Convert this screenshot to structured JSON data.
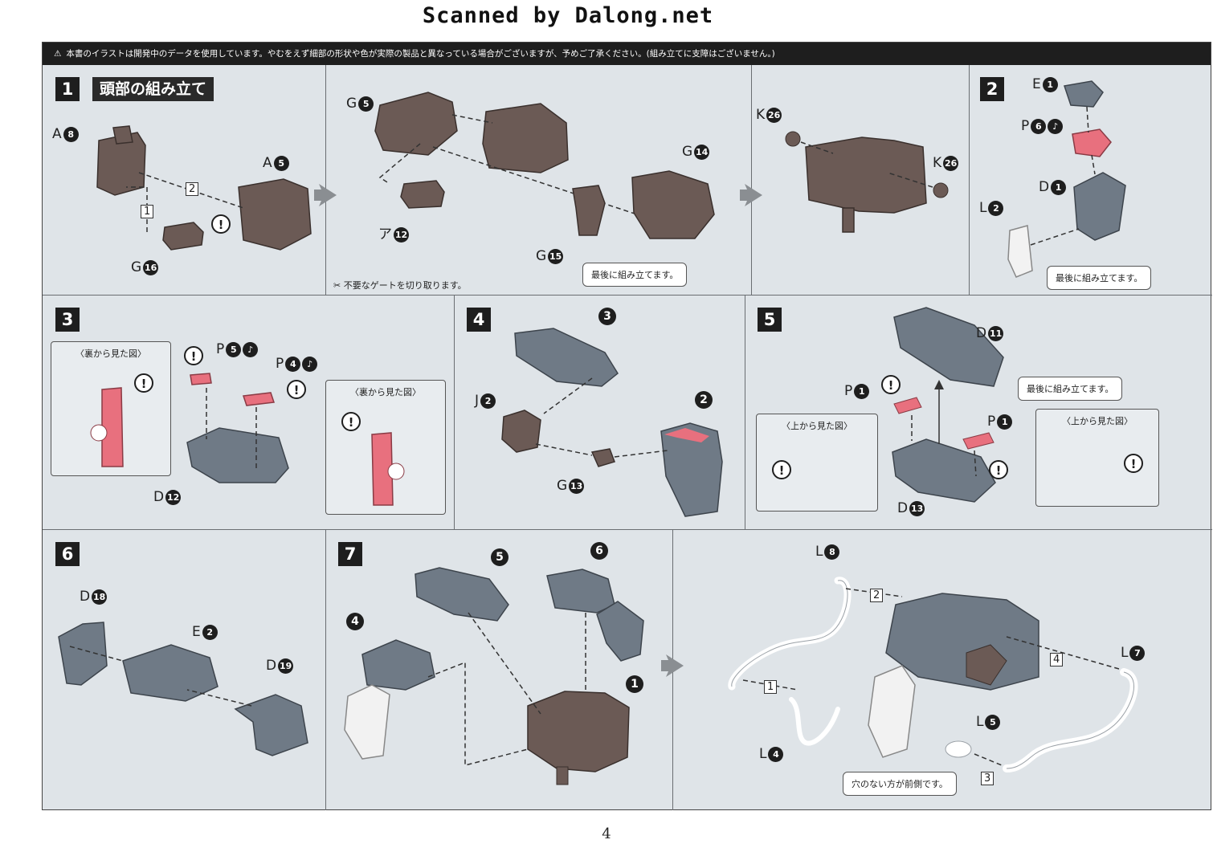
{
  "watermark": "Scanned by Dalong.net",
  "notice": "本書のイラストは開発中のデータを使用しています。やむをえず細部の形状や色が実際の製品と異なっている場合がございますが、予めご了承ください。(組み立てに支障はございません。)",
  "page_number": "4",
  "icons": {
    "warning": "warning-triangle-icon",
    "gate_cut": "gate-cut-icon",
    "attention": "exclamation-icon",
    "paint": "sticker-icon"
  },
  "colors": {
    "frame_bg": "#dfe4e8",
    "part_brown": "#6b5a55",
    "part_gray": "#6f7a86",
    "part_pink": "#e8707e",
    "part_white": "#f2f2f2"
  },
  "steps": {
    "s1": {
      "num": "1",
      "title": "頭部の組み立て",
      "labels": {
        "a8": "A",
        "a8n": "8",
        "a5": "A",
        "a5n": "5",
        "g16": "G",
        "g16n": "16",
        "g5": "G",
        "g5n": "5",
        "a12": "ア",
        "a12n": "12",
        "g15": "G",
        "g15n": "15",
        "g14": "G",
        "g14n": "14",
        "k26a": "K",
        "k26an": "26",
        "k26b": "K",
        "k26bn": "26"
      },
      "seq1": "1",
      "seq2": "2",
      "gate_note": "不要なゲートを切り取ります。",
      "callout": "最後に組み立てます。"
    },
    "s2": {
      "num": "2",
      "labels": {
        "e1": "E",
        "e1n": "1",
        "p6": "P",
        "p6n": "6",
        "d1": "D",
        "d1n": "1",
        "l2": "L",
        "l2n": "2"
      },
      "callout": "最後に組み立てます。"
    },
    "s3": {
      "num": "3",
      "labels": {
        "p5": "P",
        "p5n": "5",
        "p4": "P",
        "p4n": "4",
        "d12": "D",
        "d12n": "12"
      },
      "frame_left": "〈裏から見た図〉",
      "frame_right": "〈裏から見た図〉"
    },
    "s4": {
      "num": "4",
      "labels": {
        "j2": "J",
        "j2n": "2",
        "g13": "G",
        "g13n": "13"
      },
      "ref3": "3",
      "ref2": "2"
    },
    "s5": {
      "num": "5",
      "labels": {
        "d11": "D",
        "d11n": "11",
        "p1a": "P",
        "p1an": "1",
        "p1b": "P",
        "p1bn": "1",
        "d13": "D",
        "d13n": "13"
      },
      "callout": "最後に組み立てます。",
      "frame_left": "〈上から見た図〉",
      "frame_right": "〈上から見た図〉"
    },
    "s6": {
      "num": "6",
      "labels": {
        "d18": "D",
        "d18n": "18",
        "e2": "E",
        "e2n": "2",
        "d19": "D",
        "d19n": "19"
      }
    },
    "s7": {
      "num": "7",
      "ref5": "5",
      "ref6": "6",
      "ref4": "4",
      "ref1": "1",
      "labels": {
        "l8": "L",
        "l8n": "8",
        "l7": "L",
        "l7n": "7",
        "l4": "L",
        "l4n": "4",
        "l5": "L",
        "l5n": "5"
      },
      "seq1": "1",
      "seq2": "2",
      "seq3": "3",
      "seq4": "4",
      "callout": "穴のない方が前側です。"
    }
  }
}
